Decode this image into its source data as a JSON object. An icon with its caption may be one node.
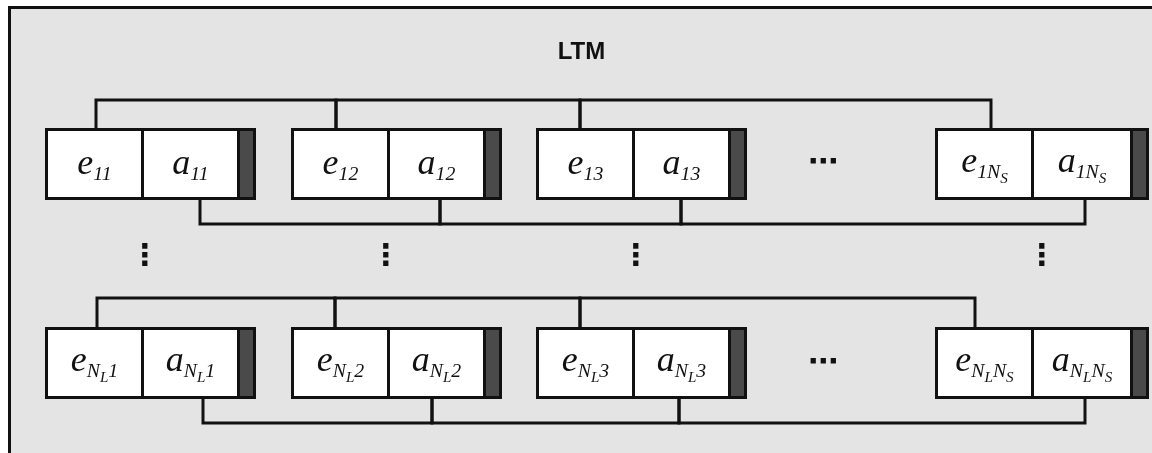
{
  "diagram": {
    "nodes": [
      {
        "text": [
          "LTM"
        ]
      },
      {
        "text": [
          "e$_{11}$"
        ],
        "in": 0
      },
      {
        "text": [
          "a$_{11}$"
        ],
        "in": 0
      },
      {
        "text": [],
        "shape": "bar",
        "in": 0
      },
      {
        "text": [
          "e$_{12}$"
        ],
        "in": 0
      },
      {
        "text": [
          "a$_{12}$"
        ],
        "in": 0
      },
      {
        "text": [],
        "shape": "bar",
        "in": 0
      },
      {
        "text": [
          "e$_{13}$"
        ],
        "in": 0
      },
      {
        "text": [
          "a$_{13}$"
        ],
        "in": 0
      },
      {
        "text": [],
        "shape": "bar",
        "in": 0
      },
      {
        "text": [
          "e$_{1N}$$_{S}$"
        ],
        "in": 0
      },
      {
        "text": [
          "a$_{1N}$$_{S}$"
        ],
        "in": 0
      },
      {
        "text": [],
        "shape": "bar",
        "in": 0
      },
      {
        "text": [
          "e$_{N}$$_{L}$$_{1}$"
        ],
        "in": 0
      },
      {
        "text": [
          "a$_{N}$$_{L}$$_{1}$"
        ],
        "in": 0
      },
      {
        "text": [],
        "shape": "bar",
        "in": 0
      },
      {
        "text": [
          "e$_{N}$$_{L}$$_{2}$"
        ],
        "in": 0
      },
      {
        "text": [
          "a$_{N}$$_{L}$$_{2}$"
        ],
        "in": 0
      },
      {
        "text": [],
        "shape": "bar",
        "in": 0
      },
      {
        "text": [
          "e$_{N}$$_{L}$$_{3}$"
        ],
        "in": 0
      },
      {
        "text": [
          "a$_{N}$$_{L}$$_{3}$"
        ],
        "in": 0
      },
      {
        "text": [],
        "shape": "bar",
        "in": 0
      },
      {
        "text": [
          "e$_{N}$$_{L}$$_{N}$$_{S}$"
        ],
        "in": 0
      },
      {
        "text": [
          "a$_{N}$$_{L}$$_{N}$$_{S}$"
        ],
        "in": 0
      },
      {
        "text": [],
        "shape": "bar",
        "in": 0
      }
    ],
    "edges": [
      {
        "from": 1,
        "to": 4,
        "arrow": "none"
      },
      {
        "from": 4,
        "to": 7,
        "arrow": "none"
      },
      {
        "from": 7,
        "to": 10,
        "arrow": "none"
      },
      {
        "from": 2,
        "to": 5,
        "arrow": "none"
      },
      {
        "from": 5,
        "to": 8,
        "arrow": "none"
      },
      {
        "from": 8,
        "to": 11,
        "arrow": "none"
      },
      {
        "from": 13,
        "to": 16,
        "arrow": "none"
      },
      {
        "from": 16,
        "to": 19,
        "arrow": "none"
      },
      {
        "from": 19,
        "to": 22,
        "arrow": "none"
      },
      {
        "from": 14,
        "to": 17,
        "arrow": "none"
      },
      {
        "from": 17,
        "to": 20,
        "arrow": "none"
      },
      {
        "from": 20,
        "to": 23,
        "arrow": "none"
      }
    ],
    "labels": [
      "⋯",
      "⋮",
      "⋮",
      "⋮",
      "⋮",
      "⋯"
    ]
  }
}
